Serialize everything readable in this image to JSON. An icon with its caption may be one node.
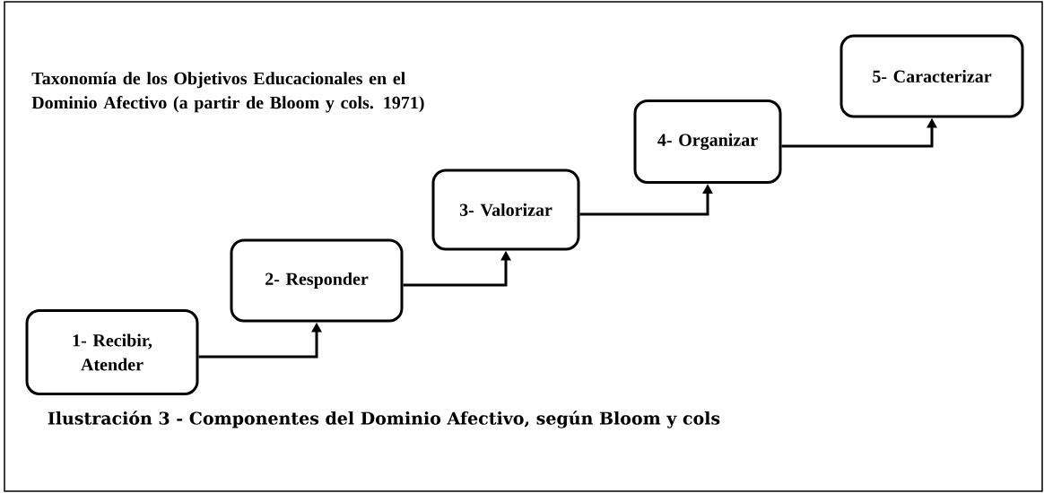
{
  "diagram": {
    "title": "Taxonomía de los Objetivos Educacionales en el Dominio Afectivo (a partir de Bloom y cols. 1971)",
    "caption": "Ilustración 3 - Componentes del Dominio Afectivo, según Bloom y cols",
    "nodes": [
      {
        "text": [
          "1- Recibir, Atender"
        ]
      },
      {
        "text": [
          "2- Responder"
        ]
      },
      {
        "text": [
          "3- Valorizar"
        ]
      },
      {
        "text": [
          "4- Organizar"
        ]
      },
      {
        "text": [
          "5- Caracterizar"
        ]
      }
    ],
    "edges": [
      {
        "from": 0,
        "to": 1,
        "arrow": "to"
      },
      {
        "from": 1,
        "to": 2,
        "arrow": "to"
      },
      {
        "from": 2,
        "to": 3,
        "arrow": "to"
      },
      {
        "from": 3,
        "to": 4,
        "arrow": "to"
      }
    ]
  }
}
